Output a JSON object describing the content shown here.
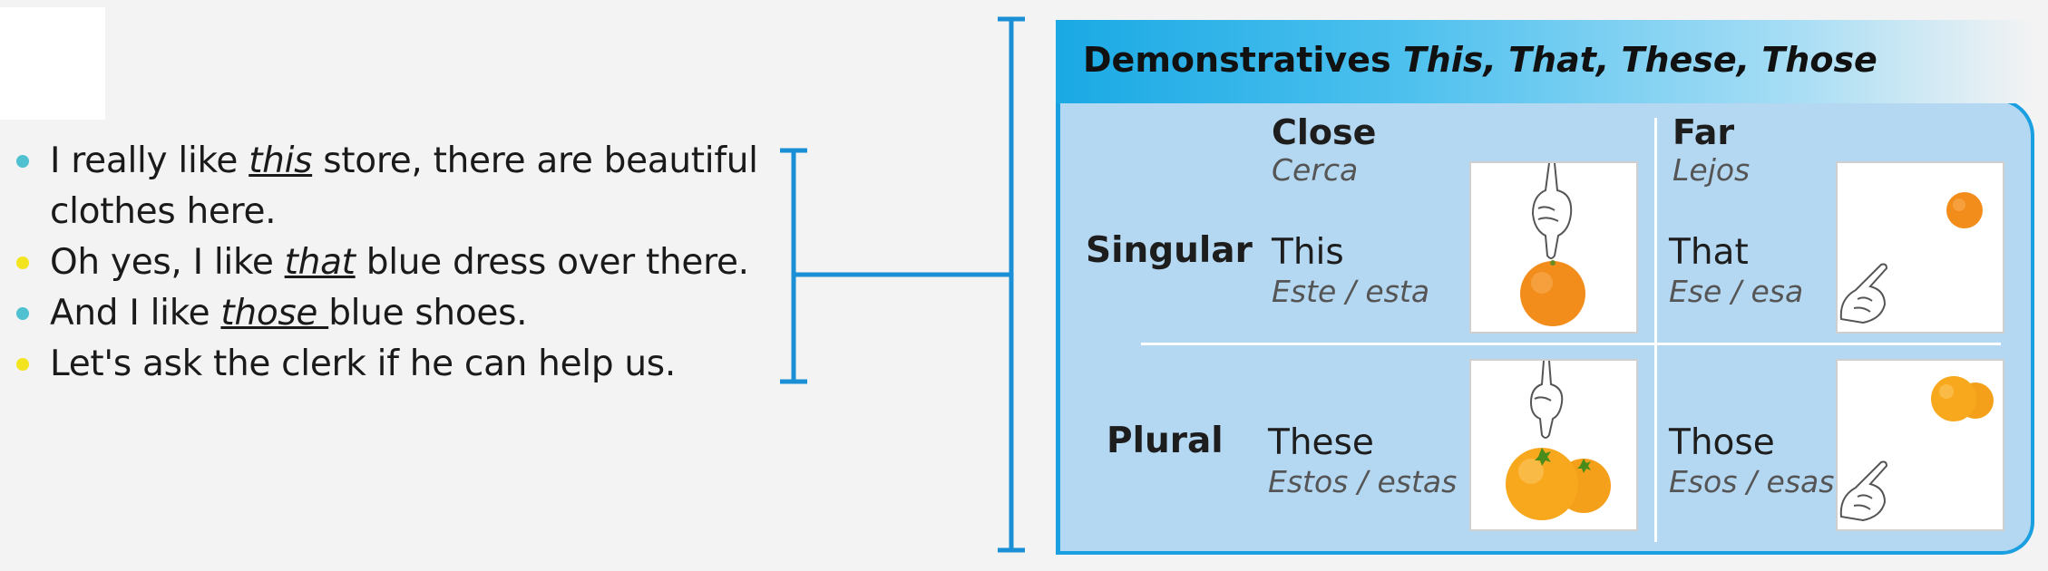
{
  "bullets": [
    {
      "color": "teal",
      "before": "I really like ",
      "word": "this",
      "after": " store, there are beautiful clothes here."
    },
    {
      "color": "yellow",
      "before": "Oh yes, I like ",
      "word": "that",
      "after": " blue dress over there."
    },
    {
      "color": "teal",
      "before": "And I like ",
      "word": "those ",
      "after": "blue shoes."
    },
    {
      "color": "yellow",
      "before": "Let's ask the clerk if he can help us.",
      "word": "",
      "after": ""
    }
  ],
  "card": {
    "title_prefix": "Demonstratives ",
    "title_words": "This, That, These, Those",
    "col_close": "Close",
    "col_close_es": "Cerca",
    "col_far": "Far",
    "col_far_es": "Lejos",
    "row_singular": "Singular",
    "row_plural": "Plural",
    "this_en": "This",
    "this_es": "Este / esta",
    "that_en": "That",
    "that_es": "Ese / esa",
    "these_en": "These",
    "these_es": "Estos / estas",
    "those_en": "Those",
    "those_es": "Esos / esas"
  },
  "colors": {
    "accent": "#1a9fe0",
    "panel": "#b5d8f2",
    "orange": "#f28c1a"
  },
  "icons": [
    "pointing-hand-icon",
    "orange-icon"
  ]
}
